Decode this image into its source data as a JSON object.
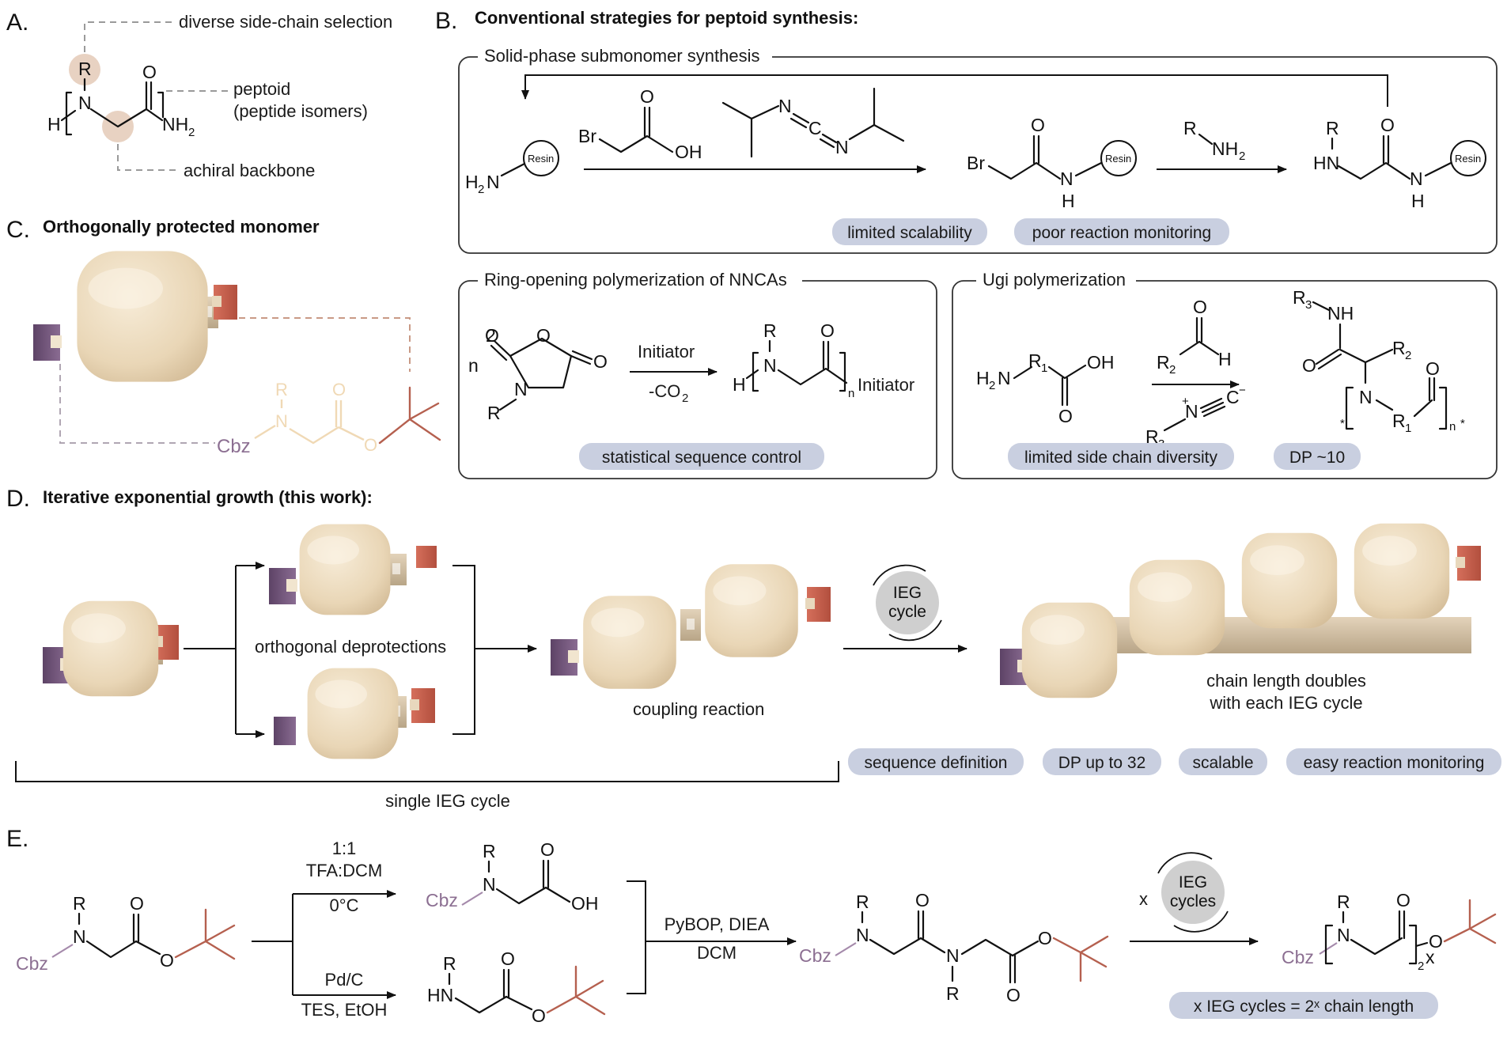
{
  "panels": {
    "A": {
      "label": "A.",
      "callout_side_chain": "diverse side-chain selection",
      "callout_peptoid": "peptoid",
      "callout_peptoid_sub": "(peptide isomers)",
      "callout_backbone": "achiral backbone",
      "atoms": {
        "R": "R",
        "N": "N",
        "O": "O",
        "H": "H",
        "NH": "NH",
        "two": "2"
      }
    },
    "B": {
      "label": "B.",
      "title": "Conventional strategies for peptoid synthesis:",
      "solid_phase": {
        "title": "Solid-phase submonomer synthesis",
        "resin": "Resin",
        "pills": [
          "limited scalability",
          "poor reaction monitoring"
        ],
        "atoms": {
          "H2N": "H",
          "N": "N",
          "Br": "Br",
          "O": "O",
          "OH": "OH",
          "C": "C",
          "H": "H",
          "R": "R",
          "NH": "NH",
          "HN": "HN",
          "two": "2"
        }
      },
      "rop": {
        "title": "Ring-opening polymerization of NNCAs",
        "initiator": "Initiator",
        "co2": "-CO",
        "co2_sub": "2",
        "n": "n",
        "pills": [
          "statistical sequence control"
        ]
      },
      "ugi": {
        "title": "Ugi polymerization",
        "pills": [
          "limited side chain diversity",
          "DP ~10"
        ],
        "atoms": {
          "R1": "R",
          "R2": "R",
          "R3": "R",
          "one": "1",
          "two": "2",
          "three": "3",
          "plus": "+",
          "minus": "−",
          "star": "*",
          "n": "n"
        }
      }
    },
    "C": {
      "label": "C.",
      "title": "Orthogonally protected monomer",
      "cbz": "Cbz",
      "atoms": {
        "R": "R",
        "N": "N",
        "O": "O"
      }
    },
    "D": {
      "label": "D.",
      "title": "Iterative exponential growth (this work):",
      "deprotections": "orthogonal deprotections",
      "coupling": "coupling reaction",
      "ieg_line1": "IEG",
      "ieg_line2": "cycle",
      "doubling_line1": "chain length doubles",
      "doubling_line2": "with each IEG cycle",
      "single_cycle": "single IEG cycle",
      "pills": [
        "sequence definition",
        "DP up to 32",
        "scalable",
        "easy reaction monitoring"
      ]
    },
    "E": {
      "label": "E.",
      "cond_top_1": "1:1",
      "cond_top_2": "TFA:DCM",
      "cond_top_3": "0°C",
      "cond_bottom_1": "Pd/C",
      "cond_bottom_2": "TES, EtOH",
      "cond_coupling_1": "PyBOP, DIEA",
      "cond_coupling_2": "DCM",
      "x": "x",
      "ieg_line1": "IEG",
      "ieg_line2": "cycles",
      "pill": "x IEG cycles = 2ˣ chain length",
      "cbz": "Cbz",
      "atoms": {
        "R": "R",
        "N": "N",
        "O": "O",
        "OH": "OH",
        "HN": "HN",
        "two": "2",
        "x": "x"
      }
    }
  },
  "colors": {
    "pill": "#c9cfe0",
    "monomer_body": "#efe0c6",
    "cbz_purple": "#7a5b82",
    "tbu_red": "#c45b48",
    "highlight": "#e8d2c2"
  }
}
